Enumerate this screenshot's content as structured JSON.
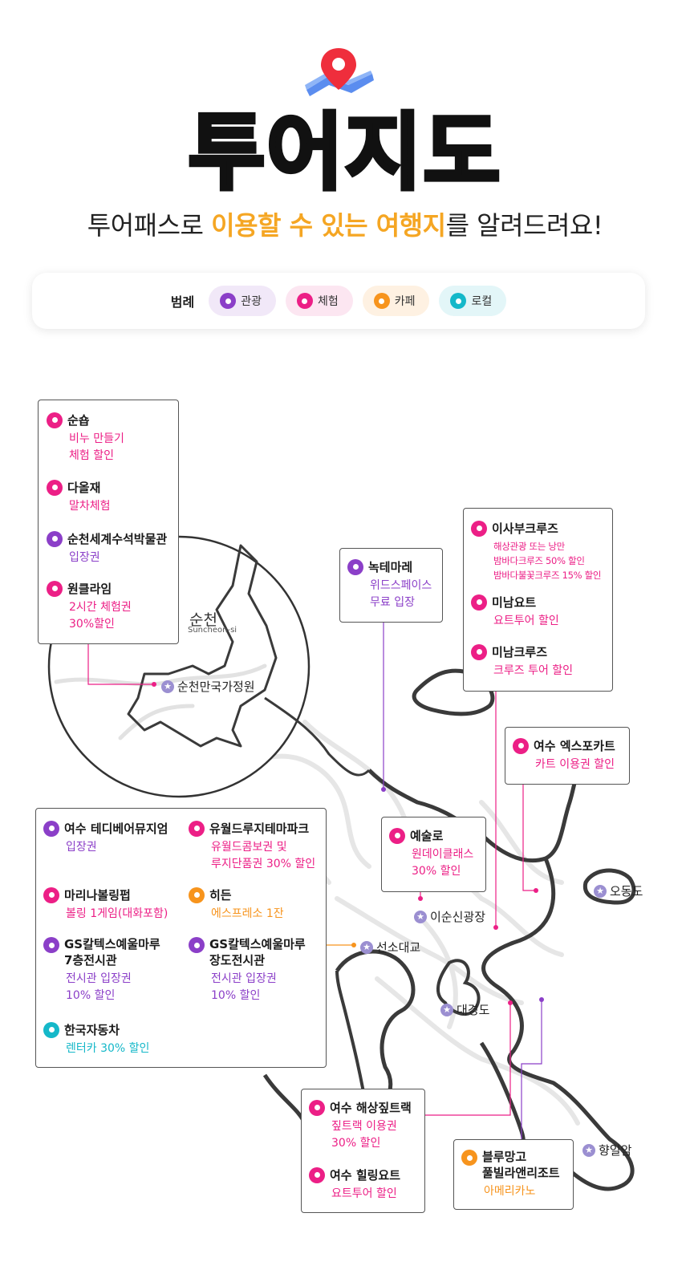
{
  "colors": {
    "tour": "#8B3FC8",
    "experience": "#EC1F86",
    "cafe": "#F7941D",
    "local": "#15B8C9",
    "highlight": "#F5A623"
  },
  "header": {
    "icon": "map-pin-icon",
    "title": "투어지도",
    "subtitle_pre": "투어패스로 ",
    "subtitle_highlight_1": "이용할 수 있는 여행지",
    "subtitle_post": "를 알려드려요!"
  },
  "legend": {
    "title": "범례",
    "items": [
      {
        "label": "관광",
        "color": "#8B3FC8",
        "bg": "#F1E8F8"
      },
      {
        "label": "체험",
        "color": "#EC1F86",
        "bg": "#FCE6F1"
      },
      {
        "label": "카페",
        "color": "#F7941D",
        "bg": "#FEF1E2"
      },
      {
        "label": "로컬",
        "color": "#15B8C9",
        "bg": "#E3F6F8"
      }
    ]
  },
  "map": {
    "city": {
      "name": "순천",
      "sub": "Suncheon-si"
    },
    "places": {
      "suncheon_garden": "순천만국가정원",
      "osong": "오동도",
      "isunsin": "이순신광장",
      "seonso": "선소대교",
      "daegyeong": "대경도",
      "hyangil": "향일암"
    }
  },
  "boxes": {
    "suncheon": [
      {
        "name": "순숍",
        "desc": "비누 만들기\n체험 할인",
        "type": "experience"
      },
      {
        "name": "다올재",
        "desc": "말차체험",
        "type": "experience"
      },
      {
        "name": "순천세계수석박물관",
        "desc": "입장권",
        "type": "tour"
      },
      {
        "name": "원클라임",
        "desc": "2시간 체험권\n30%할인",
        "type": "experience"
      }
    ],
    "noktemare": {
      "name": "녹테마레",
      "desc": "위드스페이스\n무료 입장",
      "type": "tour"
    },
    "isabu": [
      {
        "name": "이사부크루즈",
        "desc": "해상관광 또는 낭만\n밤바다크루즈 50% 할인\n밤바다불꽃크루즈 15% 할인",
        "type": "experience"
      },
      {
        "name": "미남요트",
        "desc": "요트투어 할인",
        "type": "experience"
      },
      {
        "name": "미남크루즈",
        "desc": "크루즈 투어 할인",
        "type": "experience"
      }
    ],
    "expo_kart": {
      "name": "여수 엑스포카트",
      "desc": "카트 이용권 할인",
      "type": "experience"
    },
    "yesullo": {
      "name": "예술로",
      "desc": "원데이클래스\n30% 할인",
      "type": "experience"
    },
    "yeosu_left": [
      {
        "name": "여수 테디베어뮤지엄",
        "desc": "입장권",
        "type": "tour"
      },
      {
        "name": "유월드루지테마파크",
        "desc": "유월드콤보권 및\n루지단품권 30% 할인",
        "type": "experience"
      },
      {
        "name": "마리나볼링펍",
        "desc": "볼링 1게임(대화포함)",
        "type": "experience"
      },
      {
        "name": "히든",
        "desc": "에스프레소 1잔",
        "type": "cafe"
      },
      {
        "name": "GS칼텍스예울마루\n7층전시관",
        "desc": "전시관 입장권\n10% 할인",
        "type": "tour"
      },
      {
        "name": "GS칼텍스예울마루\n장도전시관",
        "desc": "전시관 입장권\n10% 할인",
        "type": "tour"
      },
      {
        "name": "한국자동차",
        "desc": "렌터카 30% 할인",
        "type": "local"
      }
    ],
    "zipline": [
      {
        "name": "여수 해상짚트랙",
        "desc": "짚트랙 이용권\n30% 할인",
        "type": "experience"
      },
      {
        "name": "여수 힐링요트",
        "desc": "요트투어 할인",
        "type": "experience"
      }
    ],
    "bluemango": {
      "name": "블루망고\n풀빌라앤리조트",
      "desc": "아메리카노",
      "type": "cafe"
    }
  }
}
